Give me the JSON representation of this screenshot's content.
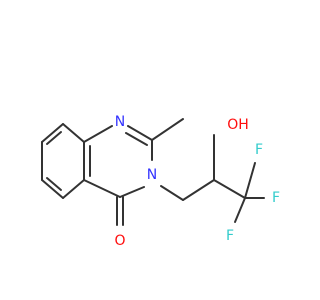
{
  "molecule": {
    "atoms": {
      "n1": {
        "symbol": "N",
        "color": "#3333ff"
      },
      "n3": {
        "symbol": "N",
        "color": "#3333ff"
      },
      "o_carbonyl": {
        "symbol": "O",
        "color": "#ff0d0d"
      },
      "o_hydroxyl": {
        "symbol": "OH",
        "color": "#ff0d0d"
      },
      "f1": {
        "symbol": "F",
        "color": "#33cccc"
      },
      "f2": {
        "symbol": "F",
        "color": "#33cccc"
      },
      "f3": {
        "symbol": "F",
        "color": "#33cccc"
      }
    },
    "bond_color": "#333333"
  }
}
